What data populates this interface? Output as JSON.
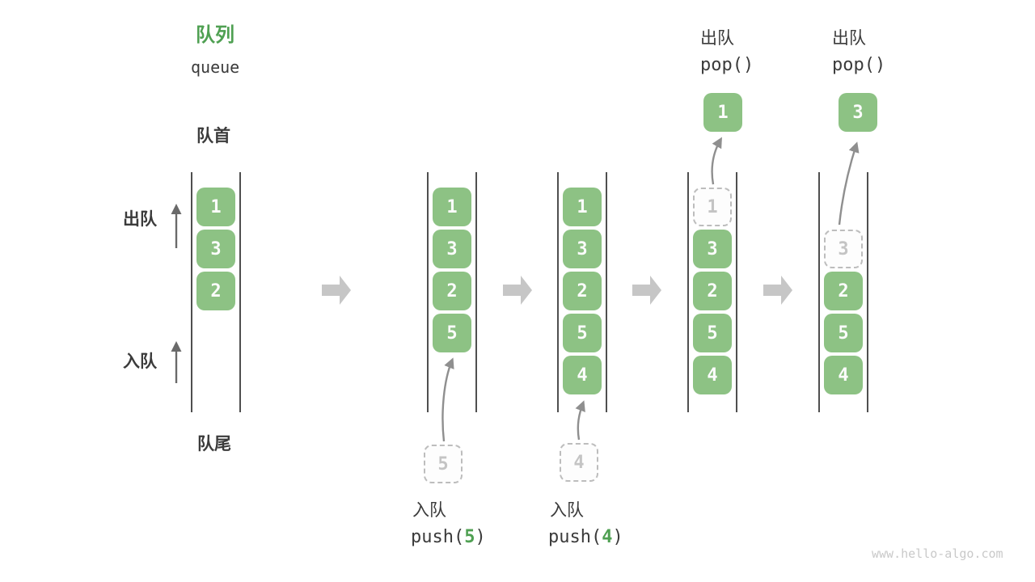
{
  "title": {
    "zh": "队列",
    "en": "queue"
  },
  "side_labels": {
    "front": "队首",
    "rear": "队尾",
    "dequeue": "出队",
    "enqueue": "入队"
  },
  "states": [
    {
      "name": "initial",
      "slots": [
        {
          "value": "1",
          "ghost": false
        },
        {
          "value": "3",
          "ghost": false
        },
        {
          "value": "2",
          "ghost": false
        }
      ]
    },
    {
      "name": "after-push-5",
      "slots": [
        {
          "value": "1",
          "ghost": false
        },
        {
          "value": "3",
          "ghost": false
        },
        {
          "value": "2",
          "ghost": false
        },
        {
          "value": "5",
          "ghost": false
        }
      ],
      "staged_value": "5"
    },
    {
      "name": "after-push-4",
      "slots": [
        {
          "value": "1",
          "ghost": false
        },
        {
          "value": "3",
          "ghost": false
        },
        {
          "value": "2",
          "ghost": false
        },
        {
          "value": "5",
          "ghost": false
        },
        {
          "value": "4",
          "ghost": false
        }
      ],
      "staged_value": "4"
    },
    {
      "name": "after-pop-1",
      "slots": [
        {
          "value": "1",
          "ghost": true
        },
        {
          "value": "3",
          "ghost": false
        },
        {
          "value": "2",
          "ghost": false
        },
        {
          "value": "5",
          "ghost": false
        },
        {
          "value": "4",
          "ghost": false
        }
      ],
      "popped_value": "1"
    },
    {
      "name": "after-pop-3",
      "slots": [
        {
          "value": "3",
          "ghost": true
        },
        {
          "value": "2",
          "ghost": false
        },
        {
          "value": "5",
          "ghost": false
        },
        {
          "value": "4",
          "ghost": false
        }
      ],
      "popped_value": "3"
    }
  ],
  "operations": {
    "push5": {
      "label": "入队",
      "code_before": "push(",
      "arg": "5",
      "code_after": ")"
    },
    "push4": {
      "label": "入队",
      "code_before": "push(",
      "arg": "4",
      "code_after": ")"
    },
    "pop1": {
      "label": "出队",
      "code": "pop()"
    },
    "pop2": {
      "label": "出队",
      "code": "pop()"
    }
  },
  "watermark": "www.hello-algo.com",
  "colors": {
    "accent_green": "#4fa052",
    "box_green": "#8dc284",
    "ghost_gray": "#bdbdbd",
    "block_arrow_gray": "#c6c6c6",
    "curve_arrow_gray": "#8f8f8f",
    "line_dark": "#4f4f4f",
    "text_dark": "#3b3b3b"
  }
}
